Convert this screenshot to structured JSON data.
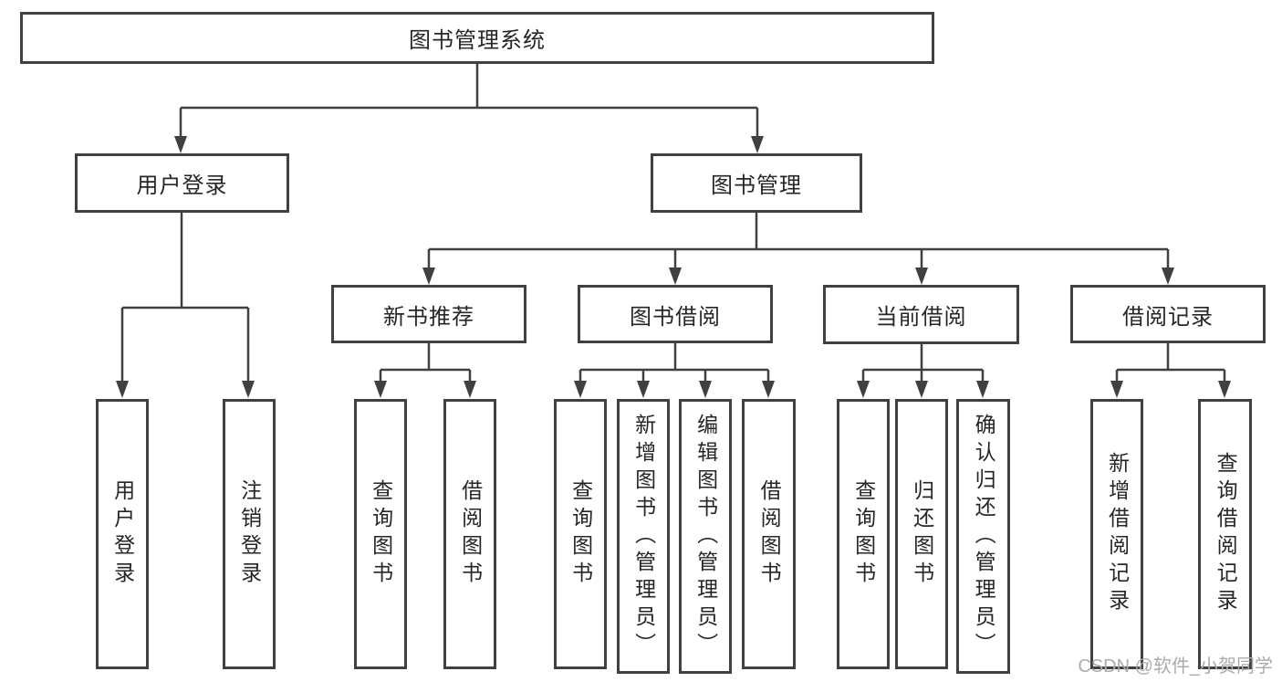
{
  "diagram": {
    "root": {
      "label": "图书管理系统"
    },
    "level2": [
      {
        "label": "用户登录"
      },
      {
        "label": "图书管理"
      }
    ],
    "level3": [
      {
        "label": "新书推荐",
        "parent": "图书管理"
      },
      {
        "label": "图书借阅",
        "parent": "图书管理"
      },
      {
        "label": "当前借阅",
        "parent": "图书管理"
      },
      {
        "label": "借阅记录",
        "parent": "图书管理"
      }
    ],
    "leaves": [
      {
        "label": "用户登录",
        "parent": "用户登录"
      },
      {
        "label": "注销登录",
        "parent": "用户登录"
      },
      {
        "label": "查询图书",
        "parent": "新书推荐"
      },
      {
        "label": "借阅图书",
        "parent": "新书推荐"
      },
      {
        "label": "查询图书",
        "parent": "图书借阅"
      },
      {
        "label": "新增图书（管理员）",
        "parent": "图书借阅"
      },
      {
        "label": "编辑图书（管理员）",
        "parent": "图书借阅"
      },
      {
        "label": "借阅图书",
        "parent": "图书借阅"
      },
      {
        "label": "查询图书",
        "parent": "当前借阅"
      },
      {
        "label": "归还图书",
        "parent": "当前借阅"
      },
      {
        "label": "确认归还（管理员）",
        "parent": "当前借阅"
      },
      {
        "label": "新增借阅记录",
        "parent": "借阅记录"
      },
      {
        "label": "查询借阅记录",
        "parent": "借阅记录"
      }
    ],
    "colors": {
      "line": "#404040",
      "border": "#404040",
      "text": "#262626",
      "background": "#ffffff",
      "watermark": "#ababab"
    }
  },
  "watermark": {
    "text": "CSDN @软件_小贺同学"
  }
}
